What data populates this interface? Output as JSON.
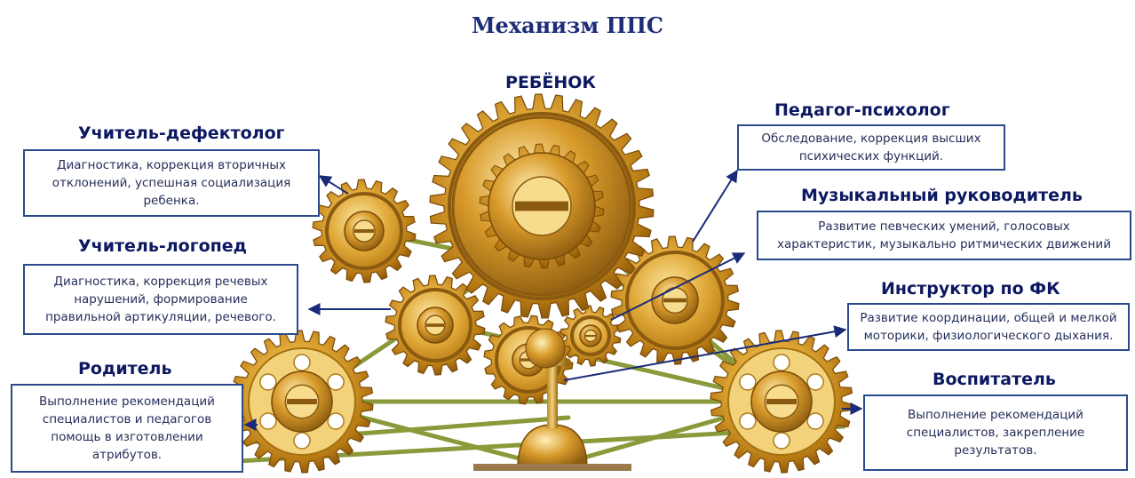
{
  "title": "Механизм ППС",
  "center": "РЕБЁНОК",
  "roles": [
    {
      "id": "defectologist",
      "name": "Учитель-дефектолог",
      "text": "Диагностика, коррекция вторичных\nотклонений, успешная социализация\nребенка."
    },
    {
      "id": "logoped",
      "name": "Учитель-логопед",
      "text": "Диагностика, коррекция речевых\nнарушений, формирование\nправильной артикуляции, речевого."
    },
    {
      "id": "parent",
      "name": "Родитель",
      "text": "Выполнение рекомендаций\nспециалистов и педагогов\nпомощь в изготовлении\nатрибутов."
    },
    {
      "id": "psychologist",
      "name": "Педагог-психолог",
      "text": "Обследование, коррекция высших\nпсихических функций."
    },
    {
      "id": "music",
      "name": "Музыкальный руководитель",
      "text": "Развитие певческих умений, голосовых\nхарактеристик, музыкально ритмических движений"
    },
    {
      "id": "pe",
      "name": "Инструктор по ФК",
      "text": "Развитие координации, общей и мелкой\nмоторики, физиологического дыхания."
    },
    {
      "id": "educator",
      "name": "Воспитатель",
      "text": "Выполнение рекомендаций\nспециалистов, закрепление\nрезультатов."
    }
  ],
  "colors": {
    "title": "#1e2c78",
    "label": "#0c1860",
    "box_border": "#2a4a8c",
    "arrow": "#1a2a7a",
    "gear_gold": "#c8901c",
    "gear_dark": "#8a5a10",
    "gear_light": "#f4d27a",
    "belt": "#7a8a3a"
  },
  "icons": [
    "gear-icon",
    "lever-icon",
    "arrow-icon"
  ]
}
